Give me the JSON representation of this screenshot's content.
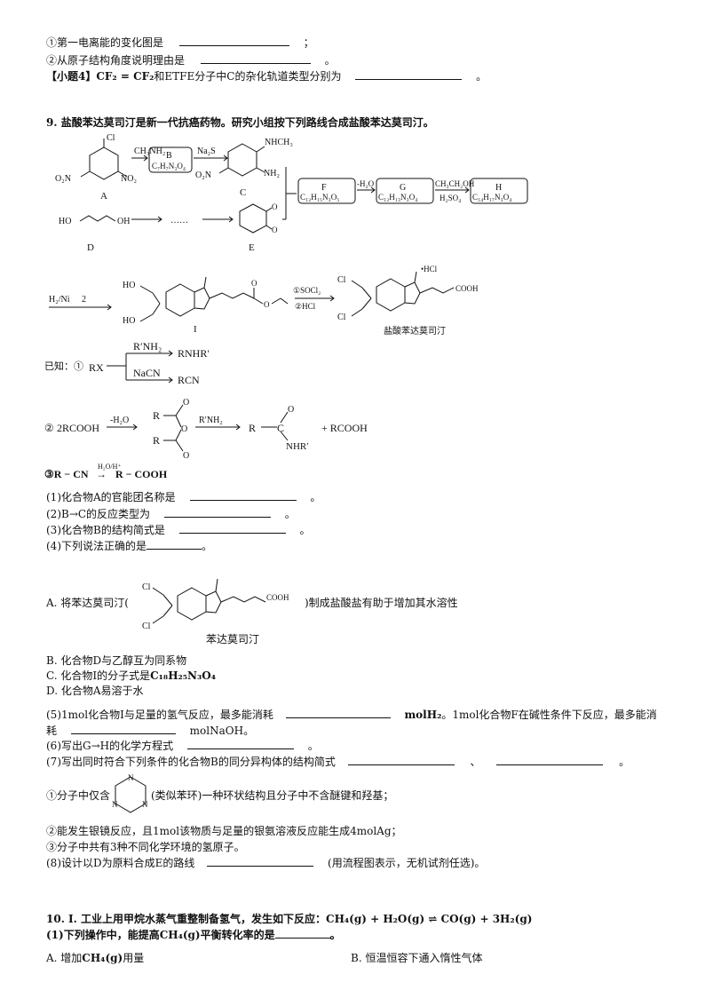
{
  "top": {
    "q1": "①第一电离能的变化图是",
    "q1_end": "；",
    "q2": "②从原子结构角度说明理由是",
    "q2_end": "。",
    "q4_prefix": "【小题4】",
    "q4_formula": "CF₂ = CF₂",
    "q4_text": "和ETFE分子中C的杂化轨道类型分别为",
    "q4_end": "。"
  },
  "q9": {
    "title": "9. 盐酸苯达莫司汀是新一代抗癌药物。研究小组按下列路线合成盐酸苯达莫司汀。",
    "scheme": {
      "A_label": "A",
      "A_cl": "Cl",
      "A_no2a": "O₂N",
      "A_no2b": "NO₂",
      "reagent_ab": "CH₃NH₂",
      "B_box": "B",
      "B_formula": "C₇H₇N₃O₄",
      "reagent_bc": "Na₂S",
      "C_label": "C",
      "C_nhch3": "NHCH₃",
      "C_nh2": "NH₂",
      "C_no2": "O₂N",
      "D_text": "HO",
      "D_text2": "OH",
      "D_label": "D",
      "dots": "……",
      "E_label": "E",
      "F_box": "F",
      "F_formula": "C₁₂H₁₅N₃O₅",
      "reagent_fg": "-H₂O",
      "G_box": "G",
      "G_formula": "C₁₂H₁₃N₃O₄",
      "reagent_gh_top": "CH₃CH₂OH",
      "reagent_gh_bot": "H₂SO₄",
      "H_box": "H",
      "H_formula": "C₁₄H₁₇N₃O₄",
      "reagent_hi_1": "H₂/Ni",
      "reagent_hi_2": "2",
      "I_label": "I",
      "reagent_final_1": "①SOCl₂",
      "reagent_final_2": "②HCl",
      "product_label": "盐酸苯达莫司汀",
      "hcl": "•HCl",
      "ho": "HO",
      "cl": "Cl",
      "cooh": "COOH",
      "o": "O"
    },
    "known": {
      "prefix": "已知：①",
      "rx": "RX",
      "r1_reagent": "R′NH₂",
      "r1_product": "RNHR′",
      "r2_reagent": "NaCN",
      "r2_product": "RCN",
      "k2_prefix": "②",
      "k2_reactant": "2RCOOH",
      "k2_reagent1": "-H₂O",
      "k2_reagent2": "R′NH₂",
      "k2_r": "R",
      "k2_c": "C",
      "k2_o": "O",
      "k2_nhr": "NHR′",
      "k2_plus": "+  RCOOH",
      "k3": "③R − CN",
      "k3_reagent": "H₂O/H⁺",
      "k3_product": "R − COOH"
    },
    "sub1": "(1)化合物A的官能团名称是",
    "sub1_end": "。",
    "sub2": "(2)B→C的反应类型为",
    "sub2_end": "。",
    "sub3": "(3)化合物B的结构简式是",
    "sub3_end": "。",
    "sub4": "(4)下列说法正确的是",
    "sub4_end": "。",
    "optA_pre": "A. 将苯达莫司汀(",
    "optA_post": ")制成盐酸盐有助于增加其水溶性",
    "bendamustine_label": "苯达莫司汀",
    "optB": "B. 化合物D与乙醇互为同系物",
    "optC_pre": "C. 化合物I的分子式是",
    "optC_formula": "C₁₈H₂₅N₃O₄",
    "optD": "D. 化合物A易溶于水",
    "sub5_pre": "(5)1mol化合物I与足量的氢气反应，最多能消耗",
    "sub5_mid": "molH₂",
    "sub5_post": "。1mol化合物F在碱性条件下反应，最多能消",
    "sub5_line2_pre": "耗",
    "sub5_line2_post": "molNaOH。",
    "sub6": "(6)写出G→H的化学方程式",
    "sub6_end": "。",
    "sub7": "(7)写出同时符合下列条件的化合物B的同分异构体的结构简式",
    "sub7_sep": "、",
    "sub7_end": "。",
    "cond1_pre": "①分子中仅含",
    "cond1_post": "(类似苯环)一种环状结构且分子中不含醚键和羟基；",
    "triazine_n": "N",
    "cond2": "②能发生银镜反应，且1mol该物质与足量的银氨溶液反应能生成4molAg；",
    "cond3": "③分子中共有3种不同化学环境的氢原子。",
    "sub8": "(8)设计以D为原料合成E的路线",
    "sub8_end": "(用流程图表示，无机试剂任选)。"
  },
  "q10": {
    "title": "10. Ⅰ. 工业上用甲烷水蒸气重整制备氢气，发生如下反应：",
    "equation": "CH₄(g) + H₂O(g) ⇌ CO(g) + 3H₂(g)",
    "sub1": "(1)下列操作中，能提高",
    "sub1_formula": "CH₄(g)",
    "sub1_post": "平衡转化率的是",
    "sub1_end": "。",
    "optA_pre": "A. 增加",
    "optA_formula": "CH₄(g)",
    "optA_post": "用量",
    "optB": "B. 恒温恒容下通入惰性气体"
  }
}
